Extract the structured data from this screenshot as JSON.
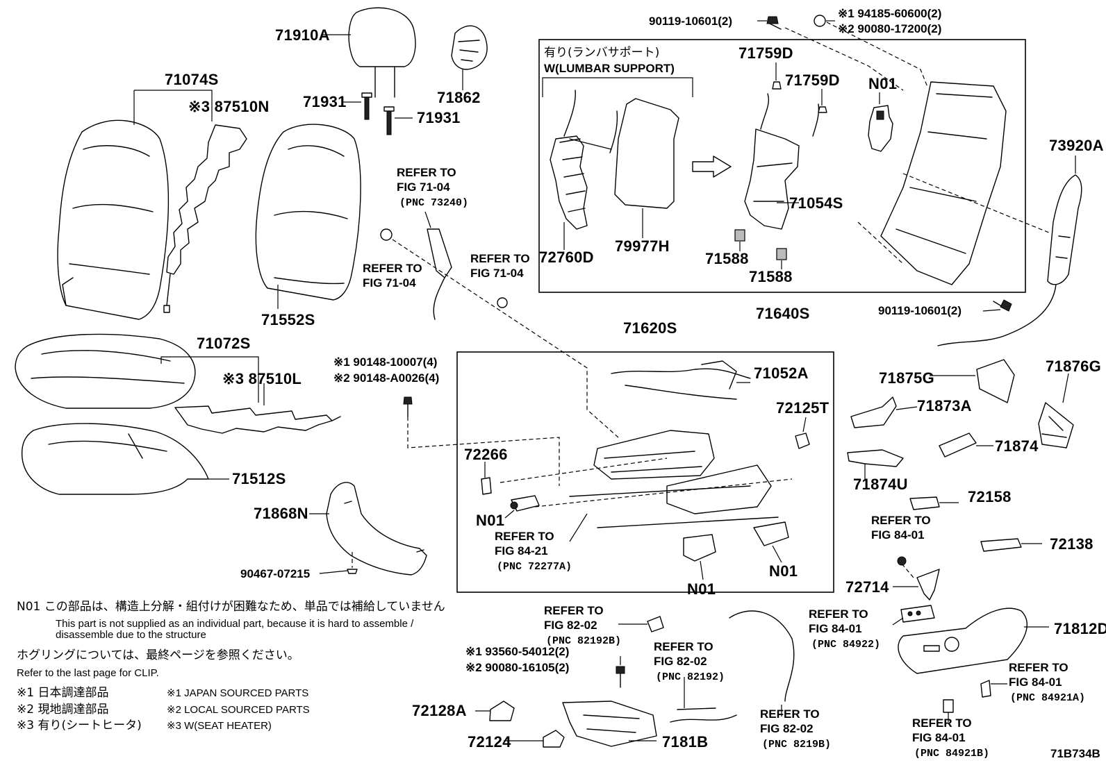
{
  "labels": {
    "p71910A": "71910A",
    "p71074S": "71074S",
    "p87510N": "※3 87510N",
    "p71931a": "71931",
    "p71931b": "71931",
    "p71862": "71862",
    "p71552S": "71552S",
    "p71072S": "71072S",
    "p87510L": "※3 87510L",
    "p71512S": "71512S",
    "p71868N": "71868N",
    "p90467": "90467-07215",
    "p71759Da": "71759D",
    "p71759Db": "71759D",
    "p71054S": "71054S",
    "p72760D": "72760D",
    "p79977H": "79977H",
    "p71588a": "71588",
    "p71588b": "71588",
    "p71640S": "71640S",
    "p90119a": "90119-10601(2)",
    "p94185": "※1 94185-60600(2)",
    "p90080a": "※2 90080-17200(2)",
    "pN01a": "N01",
    "p73920A": "73920A",
    "p90119b": "90119-10601(2)",
    "p71620S": "71620S",
    "p71052A": "71052A",
    "p72125T": "72125T",
    "p72266": "72266",
    "pN01b": "N01",
    "pN01c": "N01",
    "pN01d": "N01",
    "p90148a": "※1 90148-10007(4)",
    "p90148b": "※2 90148-A0026(4)",
    "p71875G": "71875G",
    "p71876G": "71876G",
    "p71873A": "71873A",
    "p71874": "71874",
    "p71874U": "71874U",
    "p72158": "72158",
    "p72138": "72138",
    "p72714": "72714",
    "p71812D": "71812D",
    "p93560": "※1 93560-54012(2)",
    "p90080b": "※2 90080-16105(2)",
    "p72128A": "72128A",
    "p72124": "72124",
    "p7181B": "7181B",
    "lumbar_jp": "有り(ランバサポート)",
    "lumbar_en": "W(LUMBAR SUPPORT)",
    "diagram_id": "71B734B"
  },
  "refs": {
    "r1_a": "REFER TO",
    "r1_b": "FIG 71-04",
    "r1_c": "(PNC 73240)",
    "r2_a": "REFER TO",
    "r2_b": "FIG 71-04",
    "r3_a": "REFER TO",
    "r3_b": "FIG 71-04",
    "r4_a": "REFER TO",
    "r4_b": "FIG 84-21",
    "r4_c": "(PNC 72277A)",
    "r5_a": "REFER TO",
    "r5_b": "FIG 84-01",
    "r6_a": "REFER TO",
    "r6_b": "FIG 82-02",
    "r6_c": "(PNC 82192B)",
    "r7_a": "REFER TO",
    "r7_b": "FIG 82-02",
    "r7_c": "(PNC 82192)",
    "r8_a": "REFER TO",
    "r8_b": "FIG 84-01",
    "r8_c": "(PNC 84922)",
    "r9_a": "REFER TO",
    "r9_b": "FIG 82-02",
    "r9_c": "(PNC 8219B)",
    "r10_a": "REFER TO",
    "r10_b": "FIG 84-01",
    "r10_c": "(PNC 84921A)",
    "r11_a": "REFER TO",
    "r11_b": "FIG 84-01",
    "r11_c": "(PNC 84921B)"
  },
  "notes": {
    "n01_jp": "N01 この部品は、構造上分解・組付けが困難なため、単品では補給していません",
    "n01_en1": "This part is not supplied as an individual part, because it is hard to assemble /",
    "n01_en2": "disassemble due to the structure",
    "clip_jp": "ホグリングについては、最終ページを参照ください。",
    "clip_en": "Refer to the last page for CLIP.",
    "leg1_jp": "※1 日本調達部品",
    "leg2_jp": "※2 現地調達部品",
    "leg3_jp": "※3 有り(シートヒータ)",
    "leg1_en": "※1 JAPAN SOURCED PARTS",
    "leg2_en": "※2 LOCAL SOURCED PARTS",
    "leg3_en": "※3 W(SEAT HEATER)"
  }
}
